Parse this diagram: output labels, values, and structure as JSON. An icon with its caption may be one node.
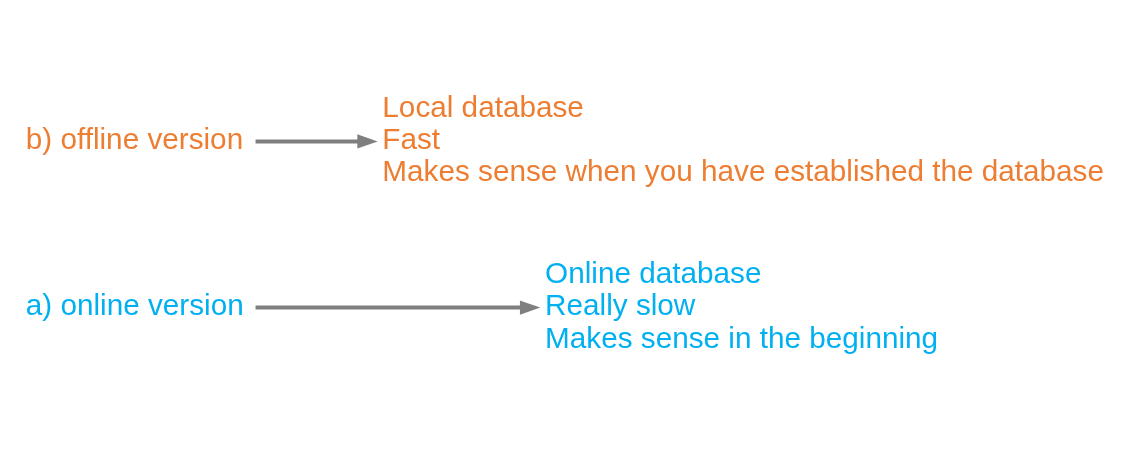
{
  "diagram": {
    "nodes": [
      {
        "text": [
          "a) online version"
        ]
      },
      {
        "text": [
          "Online database",
          "Really slow",
          "Makes sense in the beginning"
        ]
      },
      {
        "text": [
          "b) offline version"
        ]
      },
      {
        "text": [
          "Local database",
          "Fast",
          "Makes sense when you have established the database"
        ]
      }
    ],
    "edges": [
      {
        "from": 0,
        "to": 1,
        "arrow": "to"
      },
      {
        "from": 2,
        "to": 3,
        "arrow": "to"
      }
    ]
  }
}
